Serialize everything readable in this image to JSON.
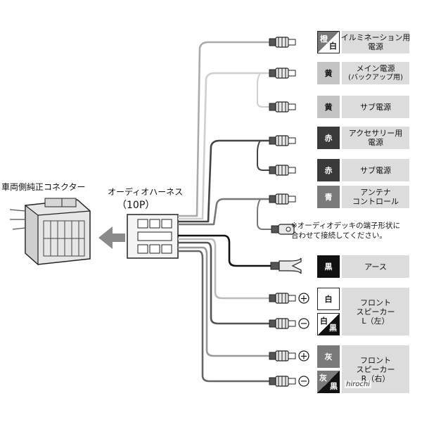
{
  "connector_label": "車両側純正コネクター",
  "harness_label": "オーディオハーネス",
  "harness_pins": "（10P）",
  "note": [
    "※オーディオデッキの端子形状に",
    "合わせて接続してください。"
  ],
  "watermark": "hirochi",
  "symbols": {
    "plus": "+",
    "minus": "−"
  },
  "outputs": [
    {
      "colors": [
        "橙",
        "白"
      ],
      "label": [
        "イルミネーション用",
        "電源"
      ]
    },
    {
      "colors": [
        "黄"
      ],
      "label": [
        "メイン電源",
        "(バックアップ用)"
      ]
    },
    {
      "colors": [
        "黄"
      ],
      "label": [
        "サブ電源"
      ]
    },
    {
      "colors": [
        "赤"
      ],
      "label": [
        "アクセサリー用",
        "電源"
      ]
    },
    {
      "colors": [
        "赤"
      ],
      "label": [
        "サブ電源"
      ]
    },
    {
      "colors": [
        "青"
      ],
      "label": [
        "アンテナ",
        "コントロール"
      ]
    },
    {
      "colors": [
        "黒"
      ],
      "label": [
        "アース"
      ]
    },
    {
      "colors": [
        "白"
      ],
      "label": [
        "フロント",
        "スピーカー",
        "L（左）"
      ]
    },
    {
      "colors": [
        "白",
        "黒"
      ],
      "label": []
    },
    {
      "colors": [
        "灰"
      ],
      "label": [
        "フロント",
        "スピーカー",
        "R（右）"
      ]
    },
    {
      "colors": [
        "灰",
        "黒"
      ],
      "label": []
    }
  ]
}
